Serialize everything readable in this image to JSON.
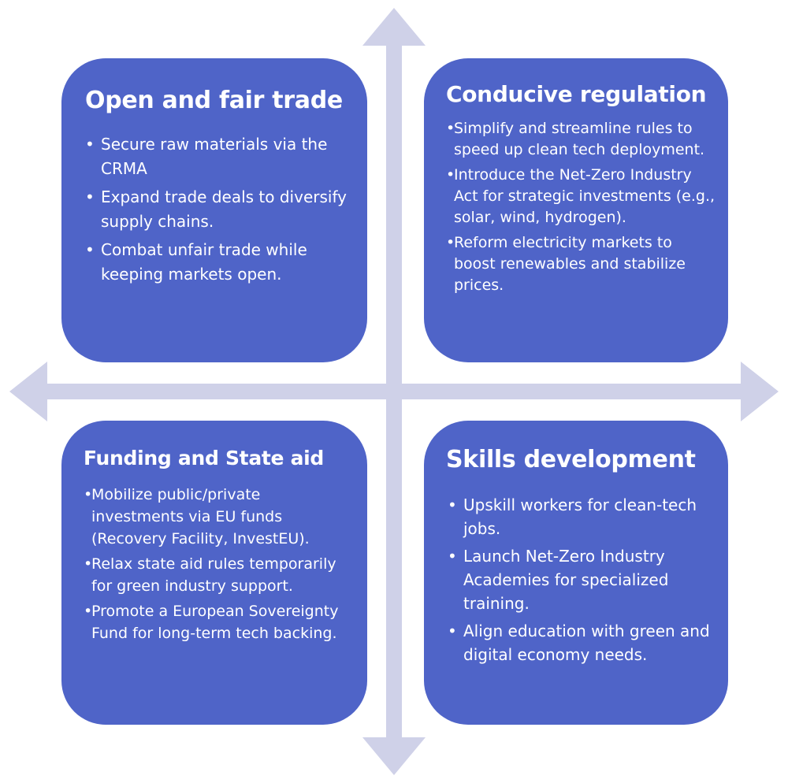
{
  "colors": {
    "box_fill": "#4f64c8",
    "axis_arrows": "#cfd1e8",
    "text": "#ffffff"
  },
  "quadrants": {
    "top_left": {
      "title": "Open and fair trade",
      "bullets": [
        "Secure raw materials via the CRMA",
        "Expand trade deals to diversify supply chains.",
        "Combat unfair trade while keeping markets open."
      ]
    },
    "top_right": {
      "title": "Conducive regulation",
      "bullets": [
        "Simplify and streamline rules to speed up clean tech deployment.",
        "Introduce the Net-Zero Industry Act for strategic investments (e.g., solar, wind, hydrogen).",
        "Reform electricity markets to boost renewables and stabilize prices."
      ]
    },
    "bottom_left": {
      "title": "Funding and State aid",
      "bullets": [
        "Mobilize public/private investments via EU funds (Recovery Facility, InvestEU).",
        "Relax state aid rules temporarily for green industry support.",
        "Promote a European Sovereignty Fund for long-term tech backing."
      ]
    },
    "bottom_right": {
      "title": "Skills development",
      "bullets": [
        "Upskill workers for clean-tech jobs.",
        "Launch Net-Zero Industry Academies for specialized training.",
        "Align education with green and digital economy needs."
      ]
    }
  }
}
